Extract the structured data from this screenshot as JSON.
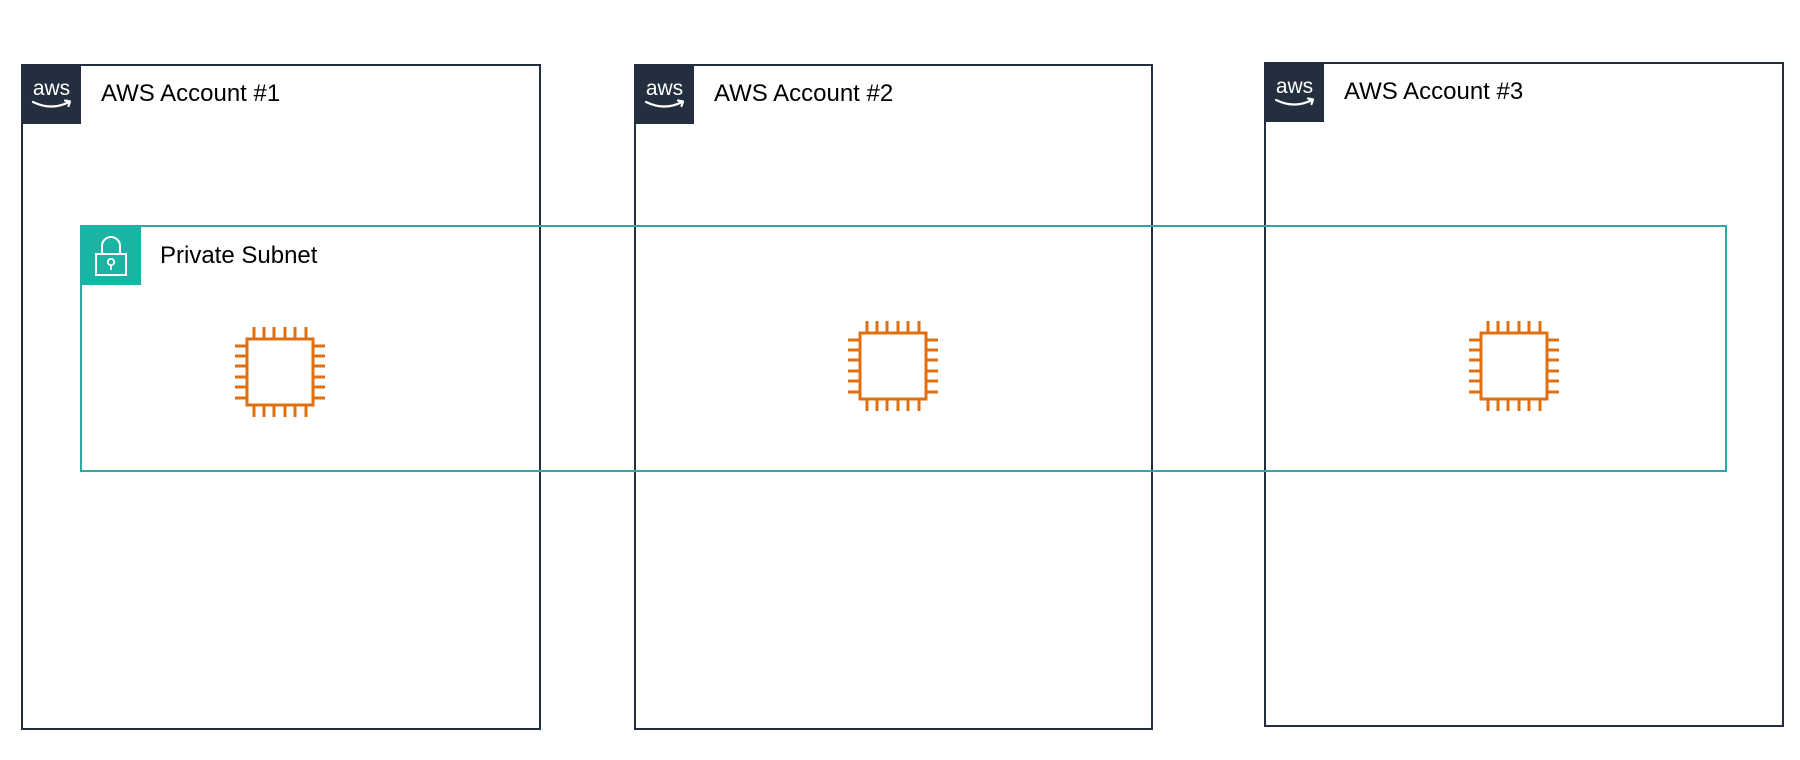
{
  "accounts": [
    {
      "title": "AWS Account #1",
      "badge_icon": "aws-logo-icon"
    },
    {
      "title": "AWS Account #2",
      "badge_icon": "aws-logo-icon"
    },
    {
      "title": "AWS Account #3",
      "badge_icon": "aws-logo-icon"
    }
  ],
  "subnet": {
    "title": "Private Subnet",
    "badge_icon": "lock-icon"
  },
  "instances": [
    {
      "icon": "ec2-instance-chip-icon"
    },
    {
      "icon": "ec2-instance-chip-icon"
    },
    {
      "icon": "ec2-instance-chip-icon"
    }
  ],
  "colors": {
    "account_border": "#232f3e",
    "aws_badge_bg": "#232f3e",
    "subnet_border": "#2ba8a8",
    "subnet_badge_bg": "#1ab4a4",
    "instance_icon": "#e06f12"
  }
}
